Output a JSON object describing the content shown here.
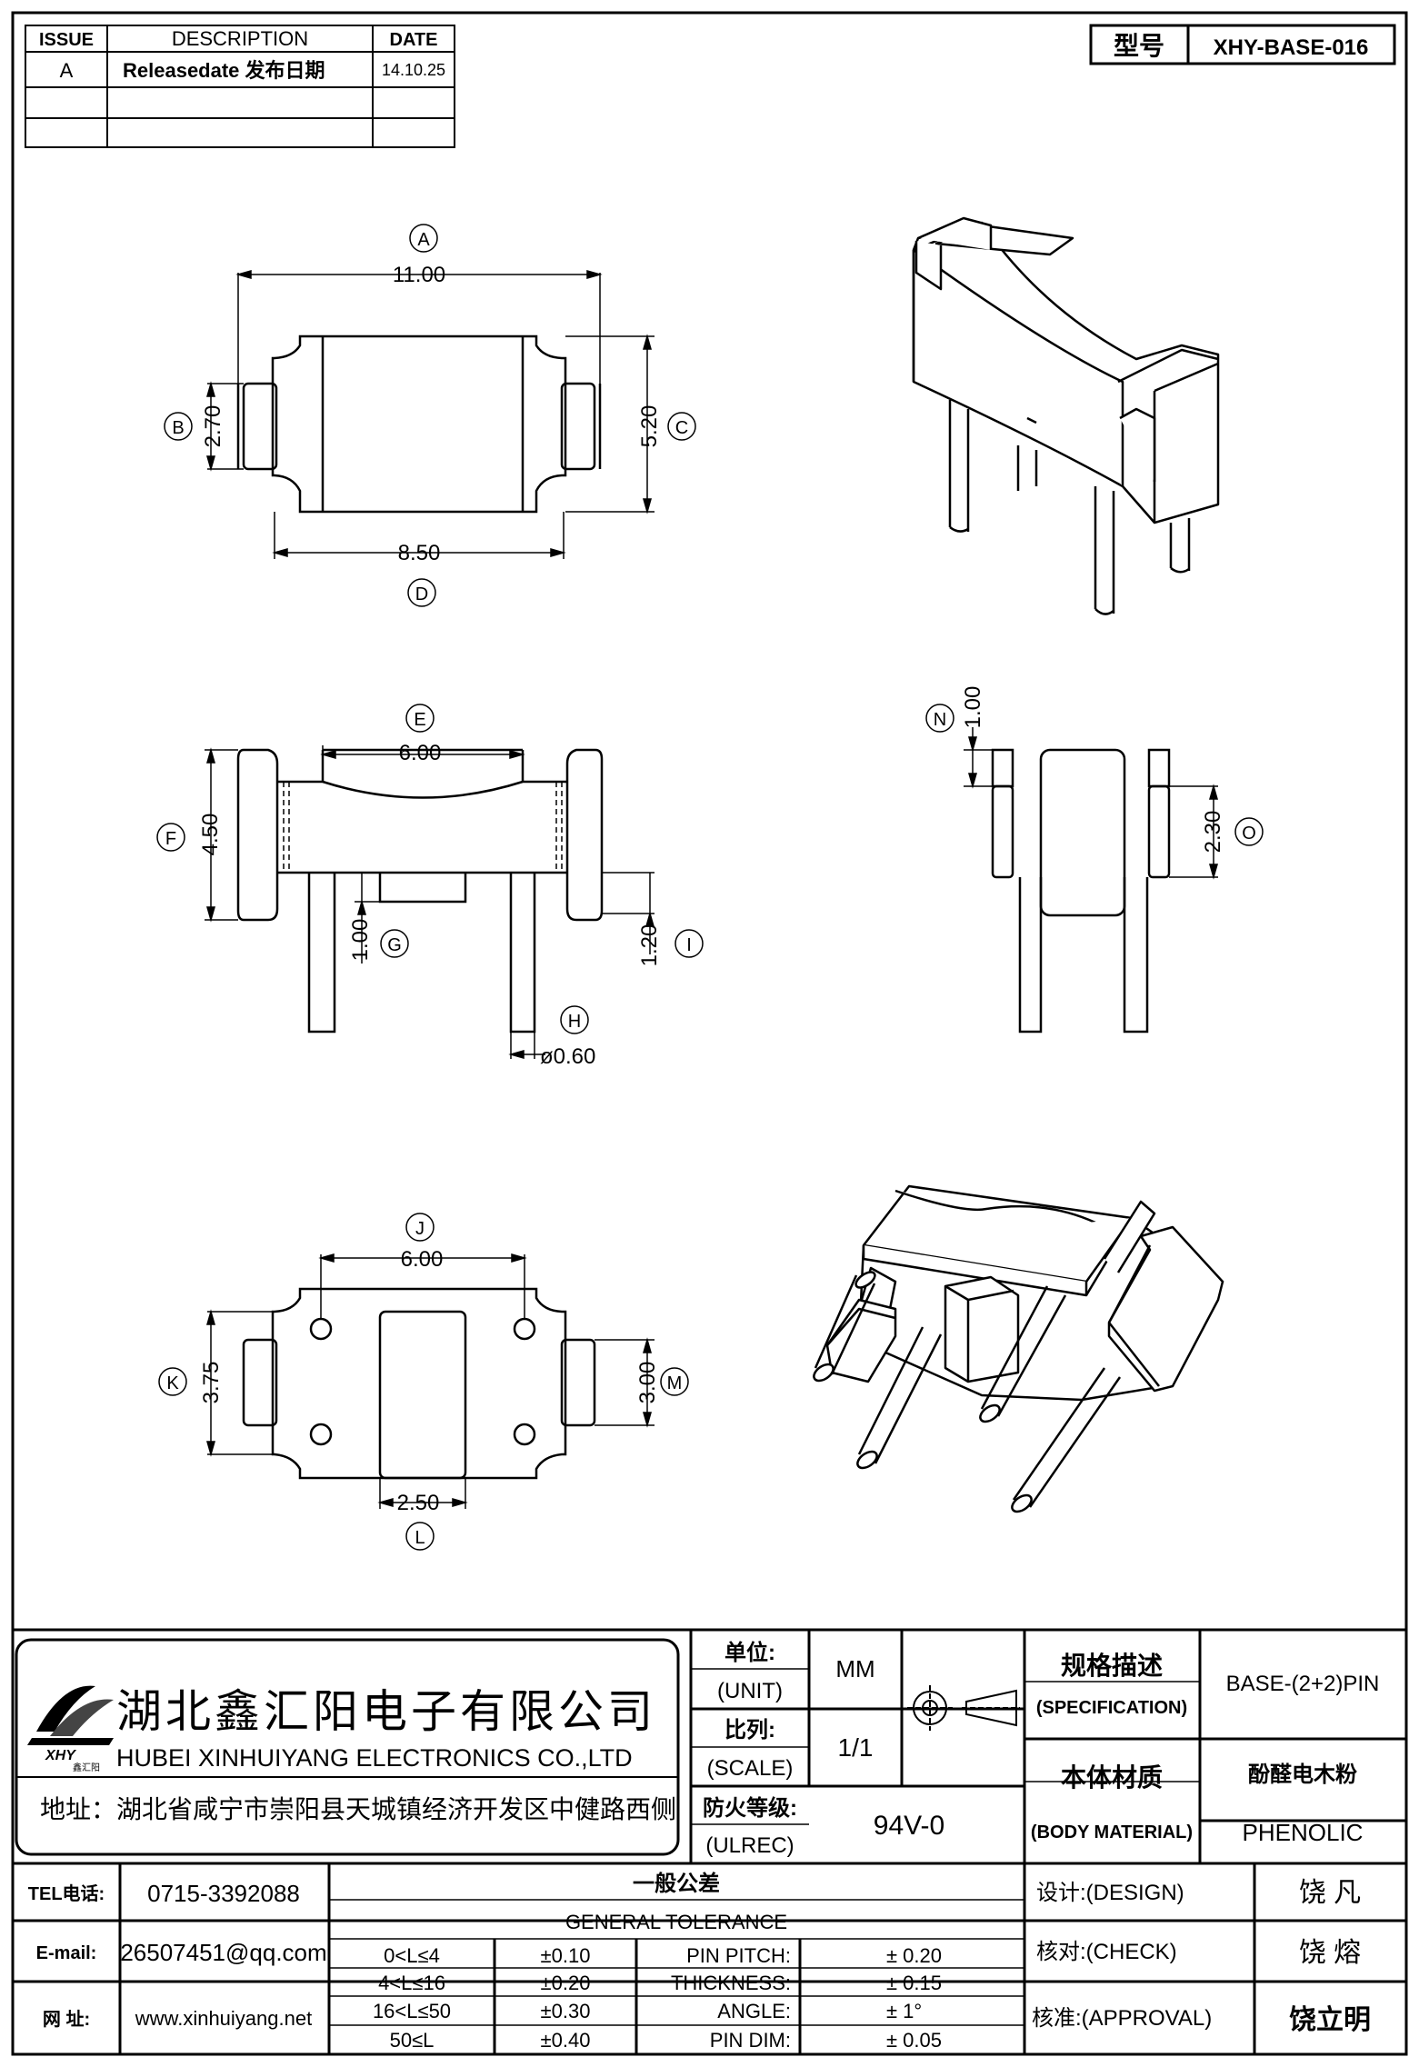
{
  "revision": {
    "headers": {
      "issue": "ISSUE",
      "description": "DESCRIPTION",
      "date": "DATE"
    },
    "rows": [
      {
        "issue": "A",
        "description": "Releasedate 发布日期",
        "date": "14.10.25"
      },
      {
        "issue": "",
        "description": "",
        "date": ""
      },
      {
        "issue": "",
        "description": "",
        "date": ""
      }
    ]
  },
  "model": {
    "label": "型号",
    "value": "XHY-BASE-016"
  },
  "dims": {
    "A": {
      "tag": "A",
      "value": "11.00"
    },
    "B": {
      "tag": "B",
      "value": "2.70"
    },
    "C": {
      "tag": "C",
      "value": "5.20"
    },
    "D": {
      "tag": "D",
      "value": "8.50"
    },
    "E": {
      "tag": "E",
      "value": "6.00"
    },
    "F": {
      "tag": "F",
      "value": "4.50"
    },
    "G": {
      "tag": "G",
      "value": "1.00"
    },
    "H": {
      "tag": "H",
      "value": "ø0.60"
    },
    "I": {
      "tag": "I",
      "value": "1.20"
    },
    "J": {
      "tag": "J",
      "value": "6.00"
    },
    "K": {
      "tag": "K",
      "value": "3.75"
    },
    "L": {
      "tag": "L",
      "value": "2.50"
    },
    "M": {
      "tag": "M",
      "value": "3.00"
    },
    "N": {
      "tag": "N",
      "value": "1.00"
    },
    "O": {
      "tag": "O",
      "value": "2.30"
    }
  },
  "company": {
    "name_cn": "湖北鑫汇阳电子有限公司",
    "name_en": "HUBEI XINHUIYANG ELECTRONICS CO.,LTD",
    "address": "地址：湖北省咸宁市崇阳县天城镇经济开发区中健路西侧",
    "logo_text": "XHY",
    "logo_sub": "鑫汇阳"
  },
  "titleblock": {
    "unit_cn": "单位:",
    "unit_en": "(UNIT)",
    "unit_value": "MM",
    "scale_cn": "比列:",
    "scale_en": "(SCALE)",
    "scale_value": "1/1",
    "ul_cn": "防火等级:",
    "ul_en": "(ULREC)",
    "ul_value": "94V-0",
    "spec_cn": "规格描述",
    "spec_en": "(SPECIFICATION)",
    "spec_value": "BASE-(2+2)PIN",
    "material_cn": "本体材质",
    "material_en": "(BODY MATERIAL)",
    "material_value_cn": "酚醛电木粉",
    "material_value_en": "PHENOLIC"
  },
  "contact": {
    "tel_label": "TEL电话:",
    "tel": "0715-3392088",
    "email_label": "E-mail:",
    "email": "26507451@qq.com",
    "web_label": "网  址:",
    "web": "www.xinhuiyang.net"
  },
  "tolerance": {
    "title_cn": "一般公差",
    "title_en": "GENERAL TOLERANCE",
    "ranges": [
      {
        "range": "0<L≤4",
        "tol": "±0.10"
      },
      {
        "range": "4<L≤16",
        "tol": "±0.20"
      },
      {
        "range": "16<L≤50",
        "tol": "±0.30"
      },
      {
        "range": "50≤L",
        "tol": "±0.40"
      }
    ],
    "specs": [
      {
        "name": "PIN PITCH:",
        "value": "±  0.20"
      },
      {
        "name": "THICKNESS:",
        "value": "±  0.15"
      },
      {
        "name": "ANGLE:",
        "value": "±  1°"
      },
      {
        "name": "PIN DIM:",
        "value": "±  0.05"
      }
    ]
  },
  "signoff": {
    "design_label": "设计:(DESIGN)",
    "design_name": "饶  凡",
    "check_label": "核对:(CHECK)",
    "check_name": "饶  熔",
    "approval_label": "核准:(APPROVAL)",
    "approval_name": "饶立明"
  }
}
